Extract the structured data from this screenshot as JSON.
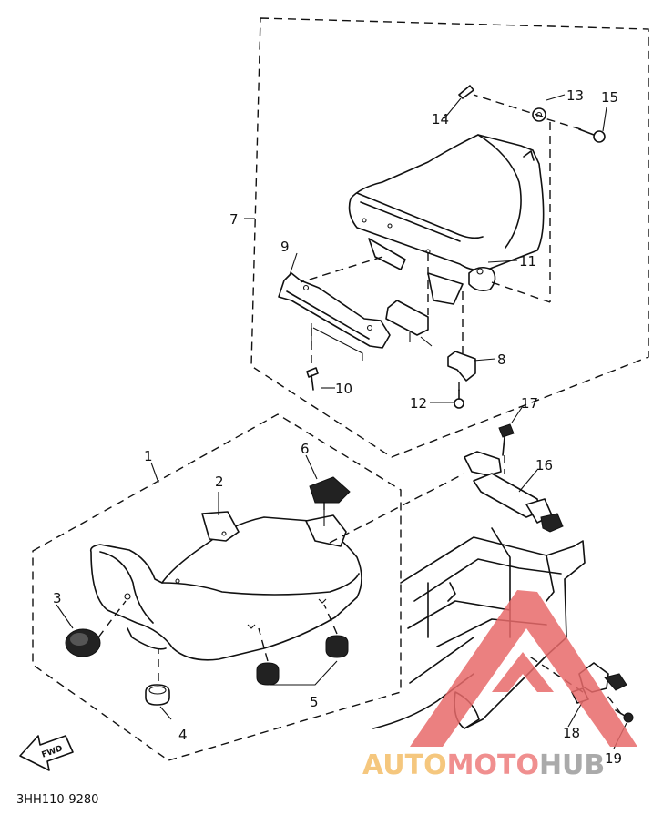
{
  "diagram": {
    "code": "3HH110-9280",
    "fwd_label": "FWD",
    "parts": [
      "1",
      "2",
      "3",
      "4",
      "5",
      "6",
      "7",
      "8",
      "9",
      "10",
      "11",
      "12",
      "13",
      "14",
      "15",
      "16",
      "17",
      "18",
      "19"
    ]
  },
  "watermark": {
    "part1": "AUTO",
    "part2": "MOTO",
    "part3": "HUB",
    "color1": "#f5c77e",
    "color2": "#f08f8f",
    "color3": "#aaaaaa"
  }
}
